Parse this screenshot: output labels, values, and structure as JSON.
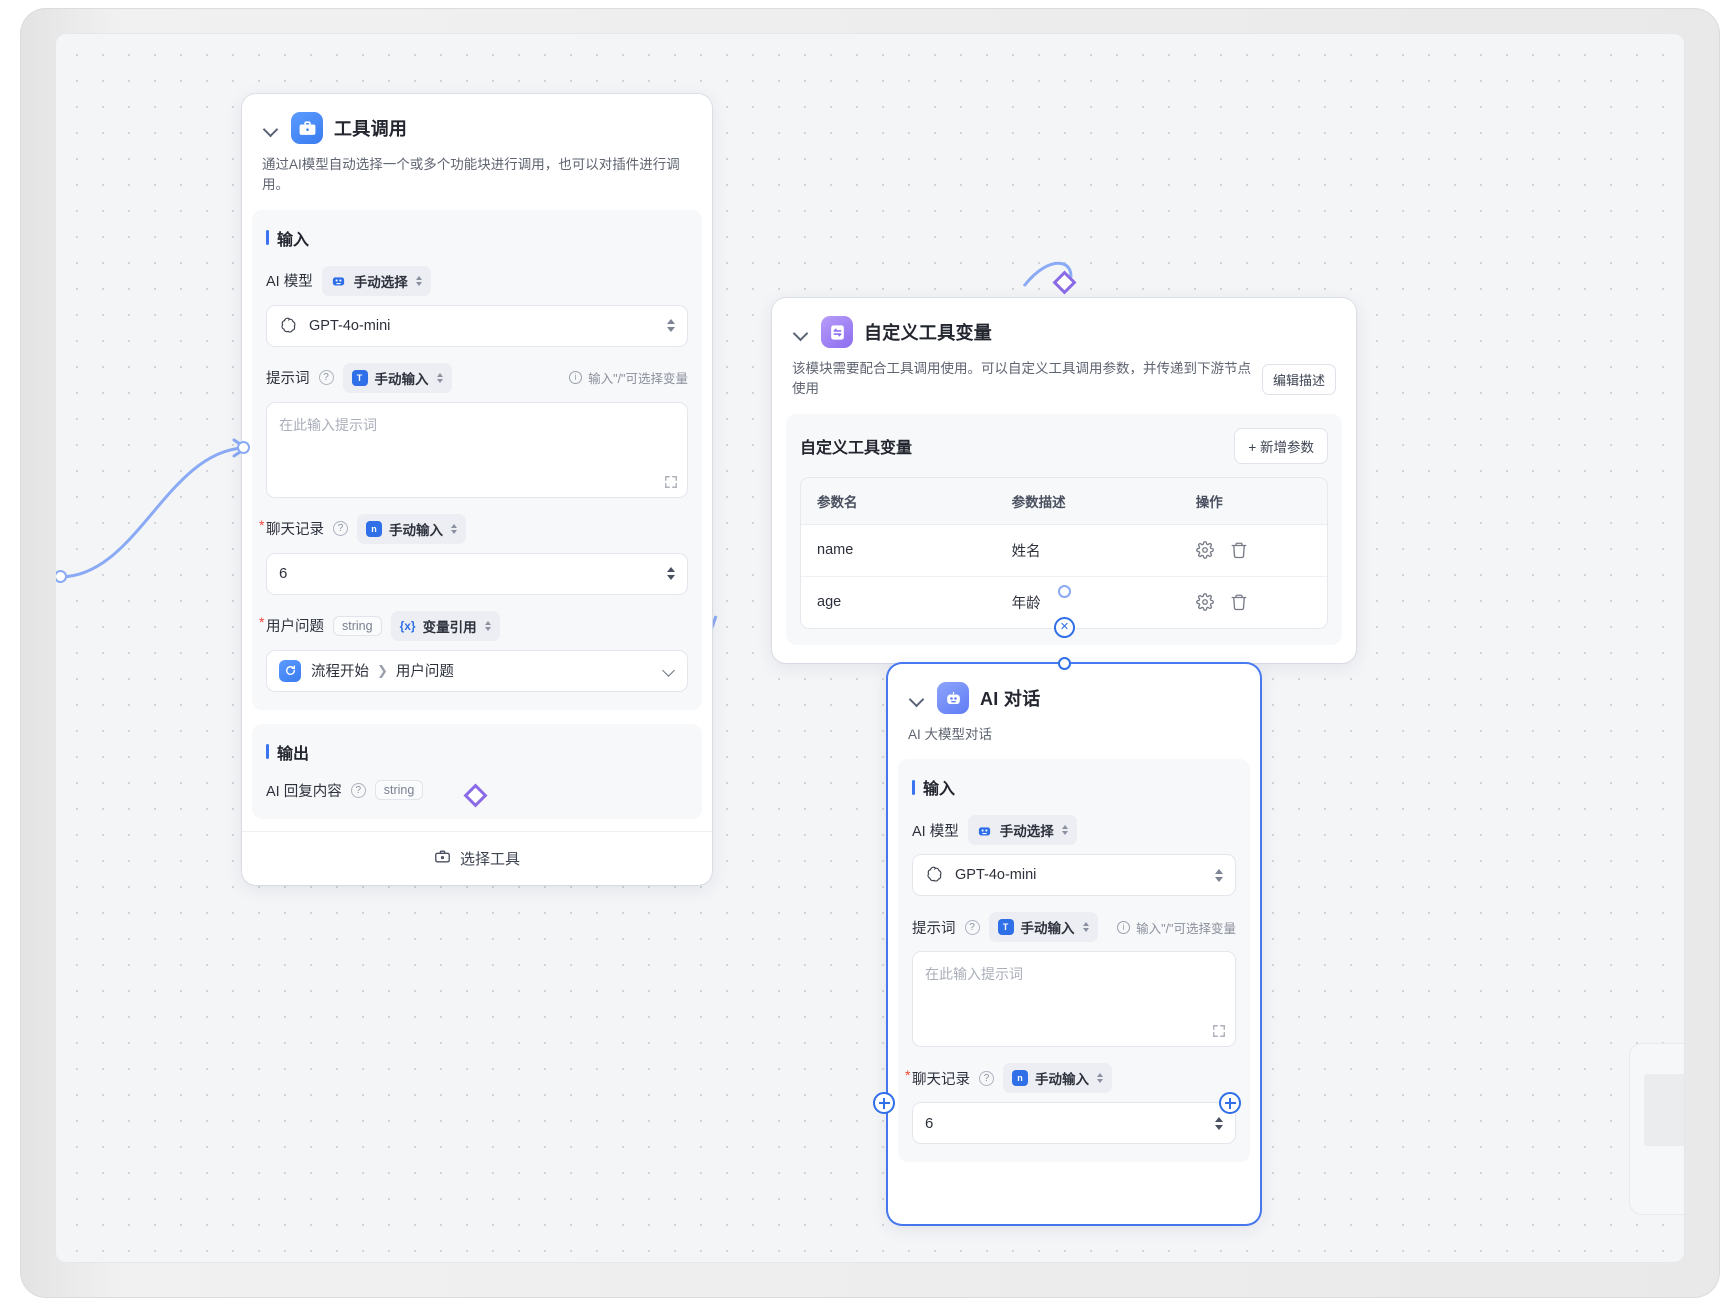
{
  "canvas": {
    "background_color": "#f4f5f7",
    "grid_dot_color": "#d2d4da"
  },
  "nodes": [
    {
      "id": "tool-call",
      "title": "工具调用",
      "icon": "toolbox-icon",
      "description": "通过AI模型自动选择一个或多个功能块进行调用，也可以对插件进行调用。",
      "sections": {
        "input_title": "输入",
        "output_title": "输出"
      },
      "fields": {
        "model_label": "AI 模型",
        "model_mode": "手动选择",
        "model_value": "GPT-4o-mini",
        "prompt_label": "提示词",
        "prompt_mode": "手动输入",
        "prompt_hint": "输入\"/\"可选择变量",
        "prompt_placeholder": "在此输入提示词",
        "history_label": "聊天记录",
        "history_mode": "手动输入",
        "history_value": "6",
        "question_label": "用户问题",
        "question_type": "string",
        "question_mode": "变量引用",
        "question_ref_node": "流程开始",
        "question_ref_field": "用户问题"
      },
      "output": {
        "label": "AI 回复内容",
        "type": "string"
      },
      "footer_button": "选择工具"
    },
    {
      "id": "custom-tool-var",
      "title": "自定义工具变量",
      "icon": "variable-swap-icon",
      "description": "该模块需要配合工具调用使用。可以自定义工具调用参数，并传递到下游节点使用",
      "edit_desc_button": "编辑描述",
      "card_title": "自定义工具变量",
      "add_param_button": "+ 新增参数",
      "table": {
        "columns": [
          "参数名",
          "参数描述",
          "操作"
        ],
        "rows": [
          {
            "name": "name",
            "desc": "姓名"
          },
          {
            "name": "age",
            "desc": "年龄"
          }
        ]
      }
    },
    {
      "id": "ai-chat",
      "title": "AI 对话",
      "icon": "robot-icon",
      "description": "AI 大模型对话",
      "selected": true,
      "sections": {
        "input_title": "输入"
      },
      "fields": {
        "model_label": "AI 模型",
        "model_mode": "手动选择",
        "model_value": "GPT-4o-mini",
        "prompt_label": "提示词",
        "prompt_mode": "手动输入",
        "prompt_hint": "输入\"/\"可选择变量",
        "prompt_placeholder": "在此输入提示词",
        "history_label": "聊天记录",
        "history_mode": "手动输入",
        "history_value": "6"
      }
    }
  ],
  "icons": {
    "chevron_down": "chevron-down-icon",
    "question": "question-mark-icon",
    "gear": "gear-icon",
    "trash": "trash-icon",
    "expand": "expand-icon",
    "openai": "openai-logo-icon",
    "info": "info-icon",
    "toolbox": "toolbox-icon",
    "plus": "plus-icon",
    "close": "close-icon"
  },
  "colors": {
    "accent_blue": "#2f6fe8",
    "edge_blue": "#8aaaf5",
    "accent_purple": "#8b6ae6",
    "required_red": "#f04438"
  }
}
